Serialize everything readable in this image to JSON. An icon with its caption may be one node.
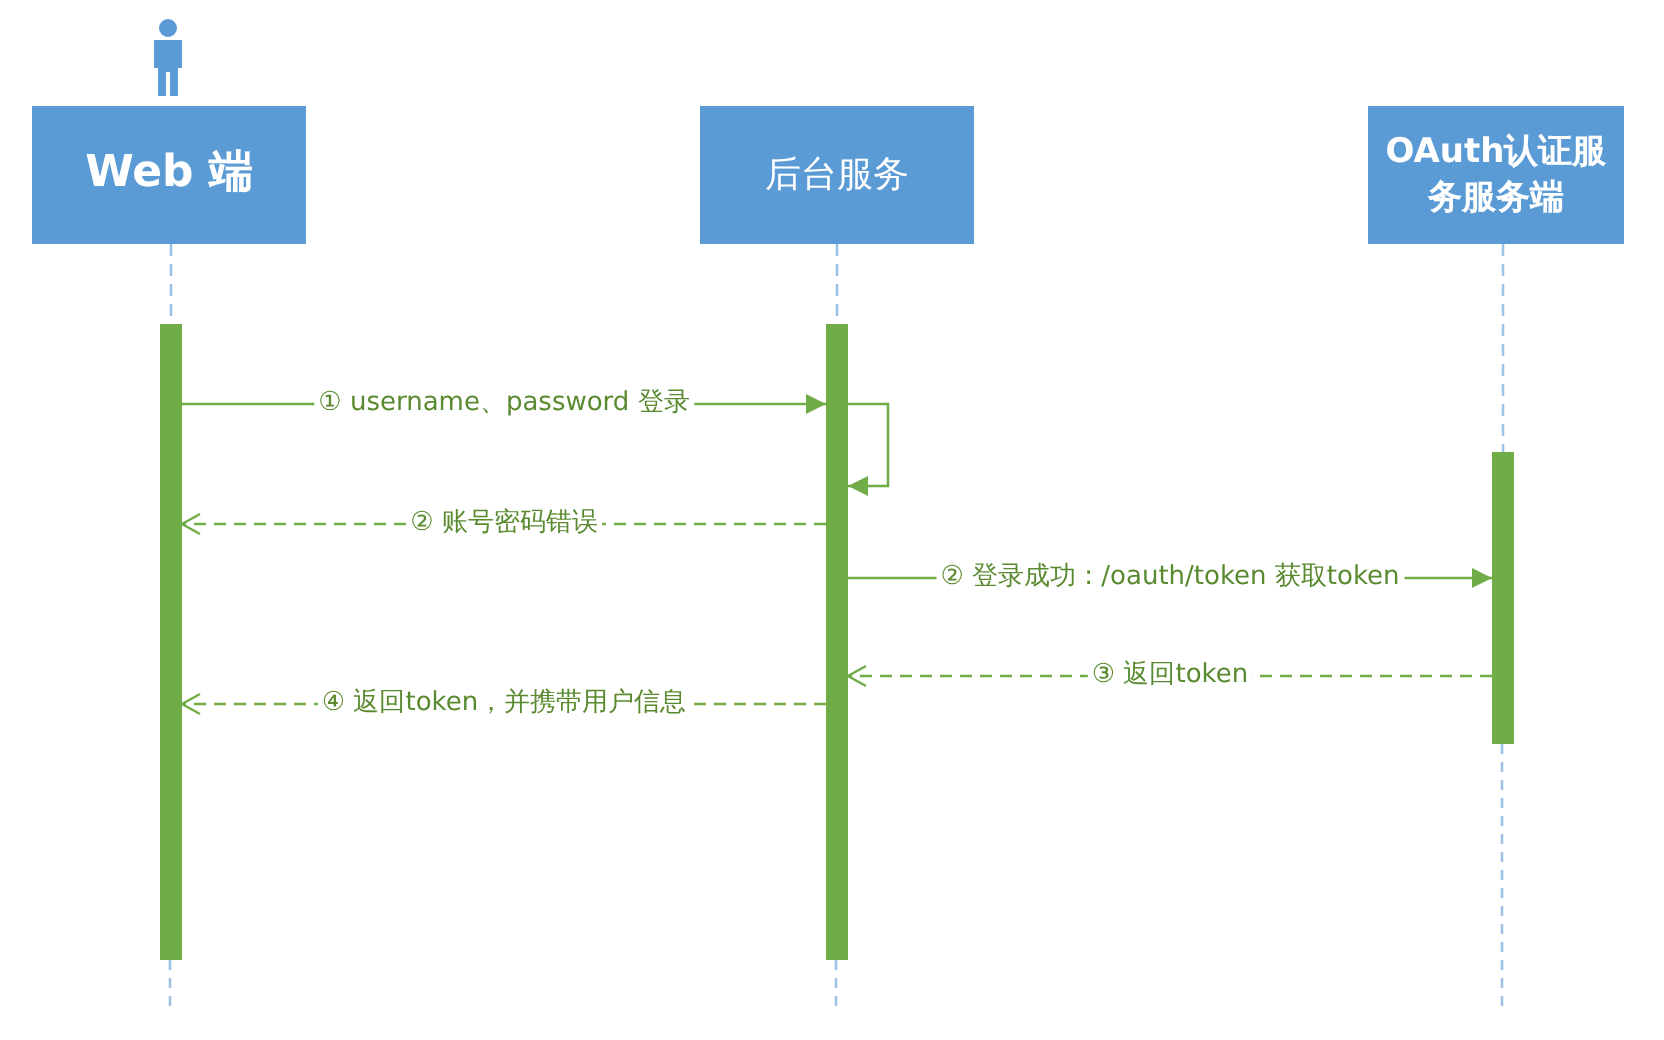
{
  "diagram": {
    "nodes": [
      {
        "text": [
          "Web 端"
        ]
      },
      {
        "text": [
          "后台服务"
        ]
      },
      {
        "text": [
          "OAuth认证服务服务端"
        ]
      },
      {
        "text": [],
        "shape": "bar"
      },
      {
        "text": [],
        "shape": "bar"
      },
      {
        "text": [],
        "shape": "bar"
      }
    ],
    "edges": [
      {
        "from": 0,
        "to": 3,
        "arrow": "none",
        "style": "dashed",
        "color": "#9dc3e6"
      },
      {
        "from": 1,
        "to": 4,
        "arrow": "none",
        "style": "dashed",
        "color": "#9dc3e6"
      },
      {
        "from": 2,
        "to": 5,
        "arrow": "none",
        "style": "dashed",
        "color": "#9dc3e6"
      },
      {
        "from": 3,
        "to": 4,
        "arrow": "to",
        "label": "① username、password 登录"
      },
      {
        "from": 4,
        "to": 4,
        "arrow": "to"
      },
      {
        "from": 4,
        "to": 3,
        "arrow": "to",
        "style": "dashed",
        "label": "② 账号密码错误"
      },
      {
        "from": 4,
        "to": 5,
        "arrow": "to",
        "label": "② 登录成功 : /oauth/token 获取token"
      },
      {
        "from": 5,
        "to": 4,
        "arrow": "to",
        "style": "dashed",
        "label": "③ 返回token"
      },
      {
        "from": 4,
        "to": 3,
        "arrow": "to",
        "style": "dashed",
        "label": "④ 返回token，并携带用户信息"
      }
    ]
  }
}
